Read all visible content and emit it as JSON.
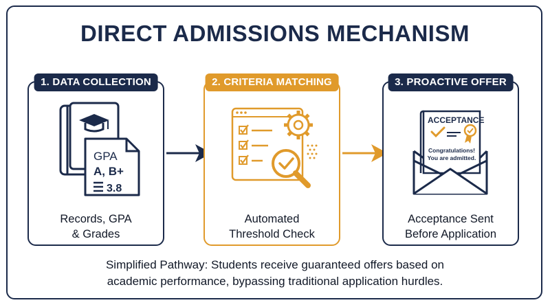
{
  "title": "DIRECT ADMISSIONS MECHANISM",
  "steps": [
    {
      "label": "1. DATA COLLECTION",
      "caption_line1": "Records, GPA",
      "caption_line2": "& Grades",
      "icon": "student-records-icon",
      "doc_text": {
        "gpa": "GPA",
        "grades": "A, B+",
        "score": "3.8"
      }
    },
    {
      "label": "2. CRITERIA MATCHING",
      "caption_line1": "Automated",
      "caption_line2": "Threshold Check",
      "icon": "checklist-gear-magnifier-icon"
    },
    {
      "label": "3. PROACTIVE OFFER",
      "caption_line1": "Acceptance Sent",
      "caption_line2": "Before Application",
      "icon": "acceptance-letter-envelope-icon",
      "letter_text": {
        "heading": "ACCEPTANCE",
        "line1": "Congratulations!",
        "line2": "You are admitted."
      }
    }
  ],
  "footer": {
    "line1": "Simplified Pathway: Students receive guaranteed offers based on",
    "line2": "academic performance, bypassing traditional application hurdles."
  },
  "colors": {
    "navy": "#1b2a4a",
    "gold": "#e09a2b",
    "background": "#ffffff"
  }
}
